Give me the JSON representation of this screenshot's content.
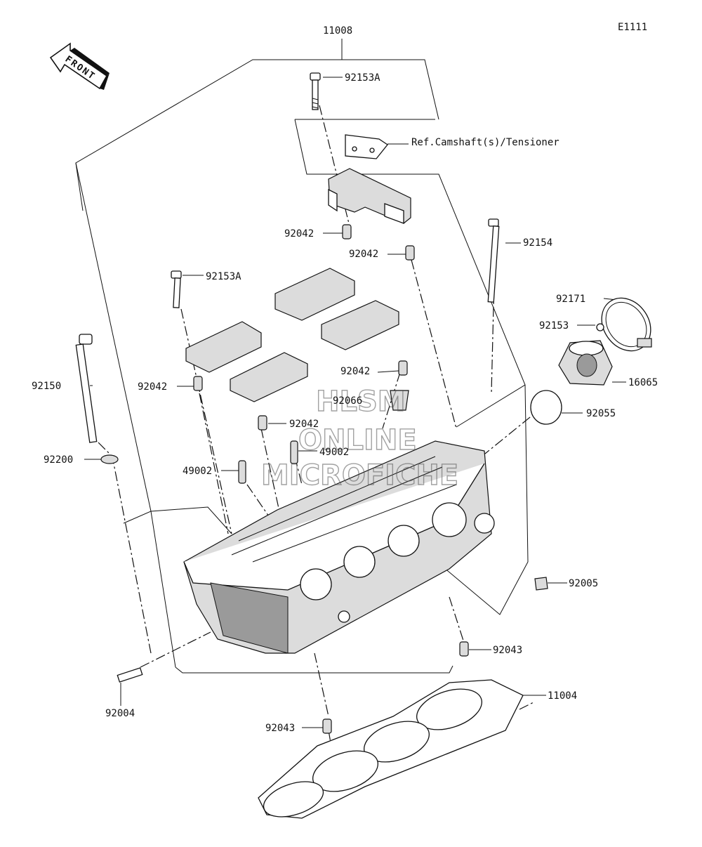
{
  "diagram": {
    "code": "E1111",
    "front_label": "FRONT",
    "ref_note": "Ref.Camshaft(s)/Tensioner",
    "watermark": [
      "HLSM",
      "ONLINE",
      "MICROFICHE"
    ],
    "callouts": {
      "p11008": "11008",
      "p92153A_top": "92153A",
      "p92042_a": "92042",
      "p92042_b": "92042",
      "p92154": "92154",
      "p92153A_mid": "92153A",
      "p92171": "92171",
      "p92153": "92153",
      "p92150": "92150",
      "p92042_c": "92042",
      "p16065": "16065",
      "p92042_d": "92042",
      "p92066": "92066",
      "p92055": "92055",
      "p92042_e": "92042",
      "p49002_a": "49002",
      "p92200": "92200",
      "p49002_b": "49002",
      "p92005": "92005",
      "p92043_a": "92043",
      "p11004": "11004",
      "p92004": "92004",
      "p92043_b": "92043"
    }
  }
}
